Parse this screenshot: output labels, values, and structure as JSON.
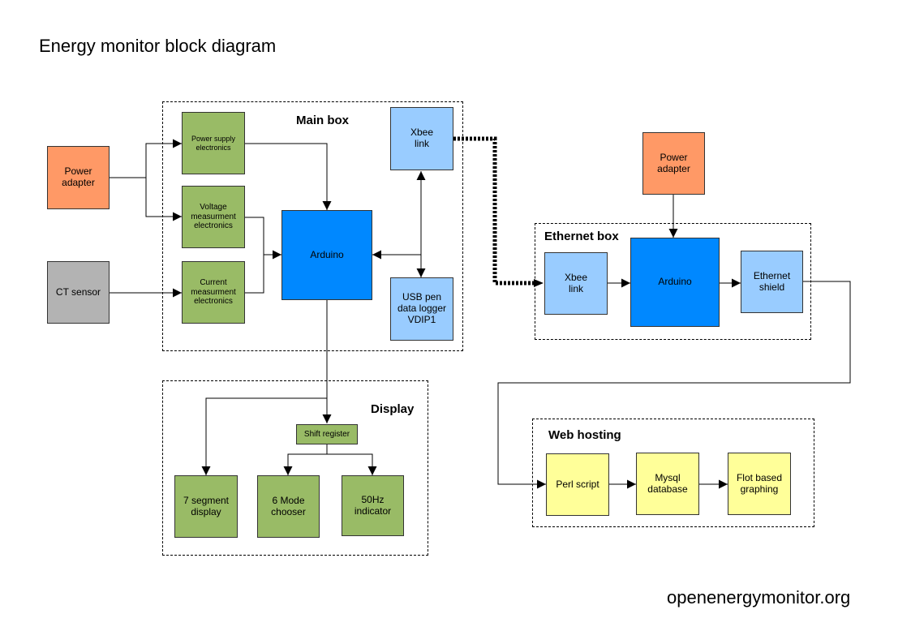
{
  "title": "Energy monitor block diagram",
  "footer": "openenergymonitor.org",
  "groups": {
    "main_box": "Main box",
    "ethernet_box": "Ethernet box",
    "display": "Display",
    "web_hosting": "Web hosting"
  },
  "blocks": {
    "power_adapter_1": "Power\nadapter",
    "ct_sensor": "CT sensor",
    "power_supply": "Power supply\nelectronics",
    "voltage": "Voltage\nmeasurment\nelectronics",
    "current": "Current\nmeasurment\nelectronics",
    "arduino_1": "Arduino",
    "xbee_1": "Xbee\nlink",
    "usb_logger": "USB pen\ndata logger\nVDIP1",
    "shift_register": "Shift register",
    "seven_segment": "7 segment\ndisplay",
    "mode_chooser": "6 Mode\nchooser",
    "indicator": "50Hz\nindicator",
    "power_adapter_2": "Power\nadapter",
    "xbee_2": "Xbee\nlink",
    "arduino_2": "Arduino",
    "ethernet_shield": "Ethernet\nshield",
    "perl_script": "Perl script",
    "mysql": "Mysql\ndatabase",
    "flot": "Flot based\ngraphing"
  },
  "colors": {
    "power": "#ff9966",
    "electronics": "#99bb66",
    "arduino": "#0088ff",
    "link": "#99ccff",
    "web": "#ffff99",
    "sensor": "#b3b3b3"
  }
}
